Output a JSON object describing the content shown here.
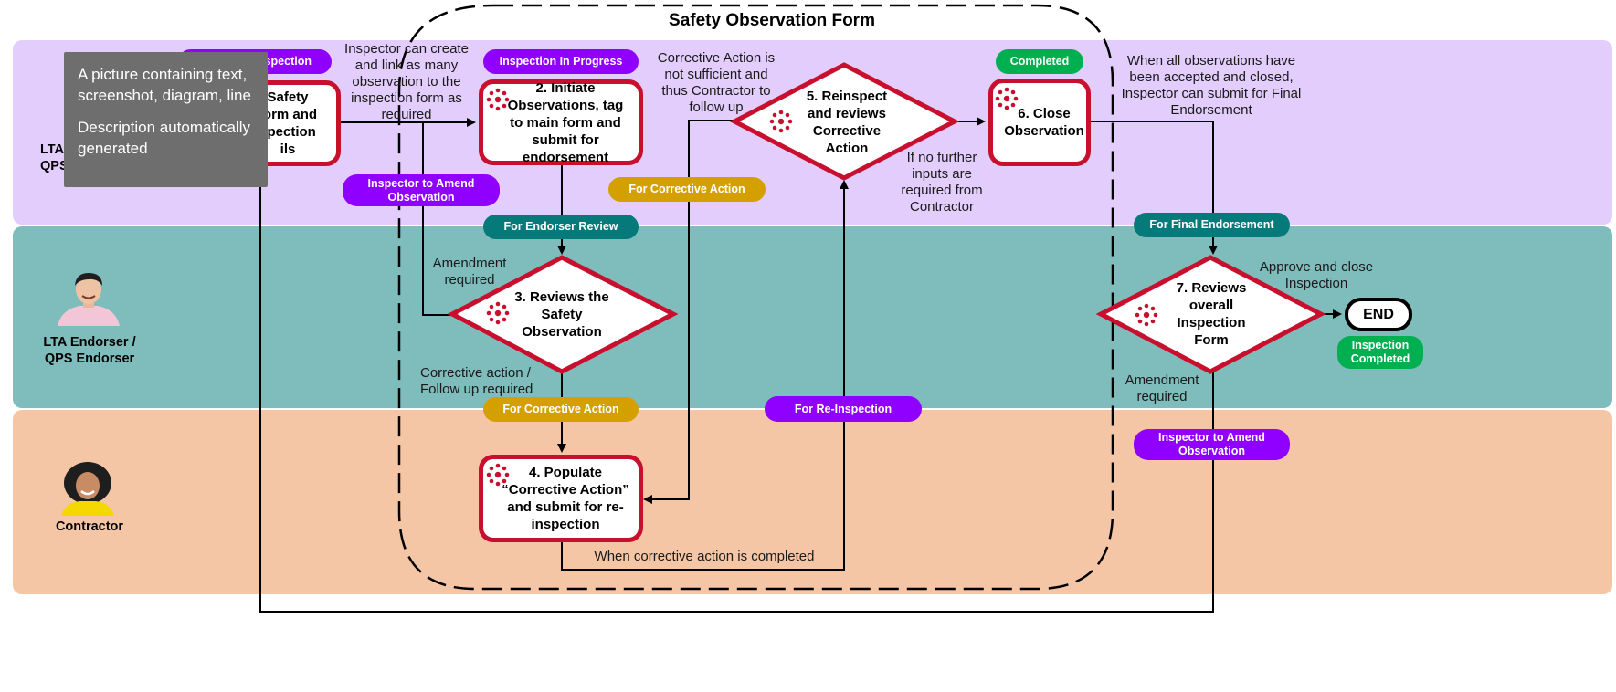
{
  "form_title": "Safety Observation Form",
  "colors": {
    "inspector_lane": "#e2cdfc",
    "endorser_lane": "#7fbcbc",
    "contractor_lane": "#f5c6a5",
    "accent_red": "#c8102e",
    "purple_pill": "#8f00ff",
    "teal_pill": "#067a7a",
    "gold_pill": "#d4a000",
    "green_pill": "#00b050"
  },
  "lanes": {
    "inspector": "LTA Inspector / QPS Inspector",
    "endorser": "LTA Endorser / QPS Endorser",
    "contractor": "Contractor"
  },
  "lane_label_visible": {
    "inspector_line1": "LTA",
    "inspector_line2": "QPS Inspector"
  },
  "steps": {
    "s1": "1. Create Safety Inspection form and fill in Inspection details",
    "s1_visible": "Safety form and spection ils",
    "s2": "2. Initiate Observations, tag to main form and submit for endorsement",
    "s3": "3. Reviews the Safety Observation",
    "s4": "4. Populate “Corrective Action” and submit for re-inspection",
    "s5": "5. Reinspect and reviews Corrective Action",
    "s6": "6. Close Observation",
    "s7": "7. Reviews overall Inspection Form",
    "end": "END"
  },
  "pills": {
    "pending_inspection_visible": "spection",
    "inspection_in_progress": "Inspection In Progress",
    "completed": "Completed",
    "inspector_to_amend_1": "Inspector to Amend Observation",
    "for_endorser_review": "For Endorser Review",
    "for_corrective_action_1": "For Corrective Action",
    "for_corrective_action_2": "For Corrective Action",
    "for_re_inspection": "For Re-Inspection",
    "for_final_endorsement": "For Final Endorsement",
    "inspector_to_amend_2": "Inspector to Amend Observation",
    "inspection_completed": "Inspection Completed"
  },
  "notes": {
    "inspector_can_create": "Inspector can create and link as many observation to the inspection form as required",
    "corrective_not_sufficient": "Corrective Action is not sufficient and thus Contractor to follow up",
    "when_all_accepted": "When all observations have been accepted and closed, Inspector can submit for Final Endorsement",
    "amendment_required_1": "Amendment required",
    "corrective_follow_up": "Corrective action / Follow up required",
    "no_further_inputs": "If no further inputs are required from Contractor",
    "approve_close": "Approve and close Inspection",
    "amendment_required_2": "Amendment required",
    "when_corrective_completed": "When corrective action is completed"
  },
  "tooltip": {
    "line1": "A picture containing text, screenshot, diagram, line",
    "line2": "Description automatically generated"
  },
  "icons": {
    "step_icon": "spark-icon",
    "avatar_endorser": "man-avatar",
    "avatar_contractor": "woman-avatar"
  }
}
